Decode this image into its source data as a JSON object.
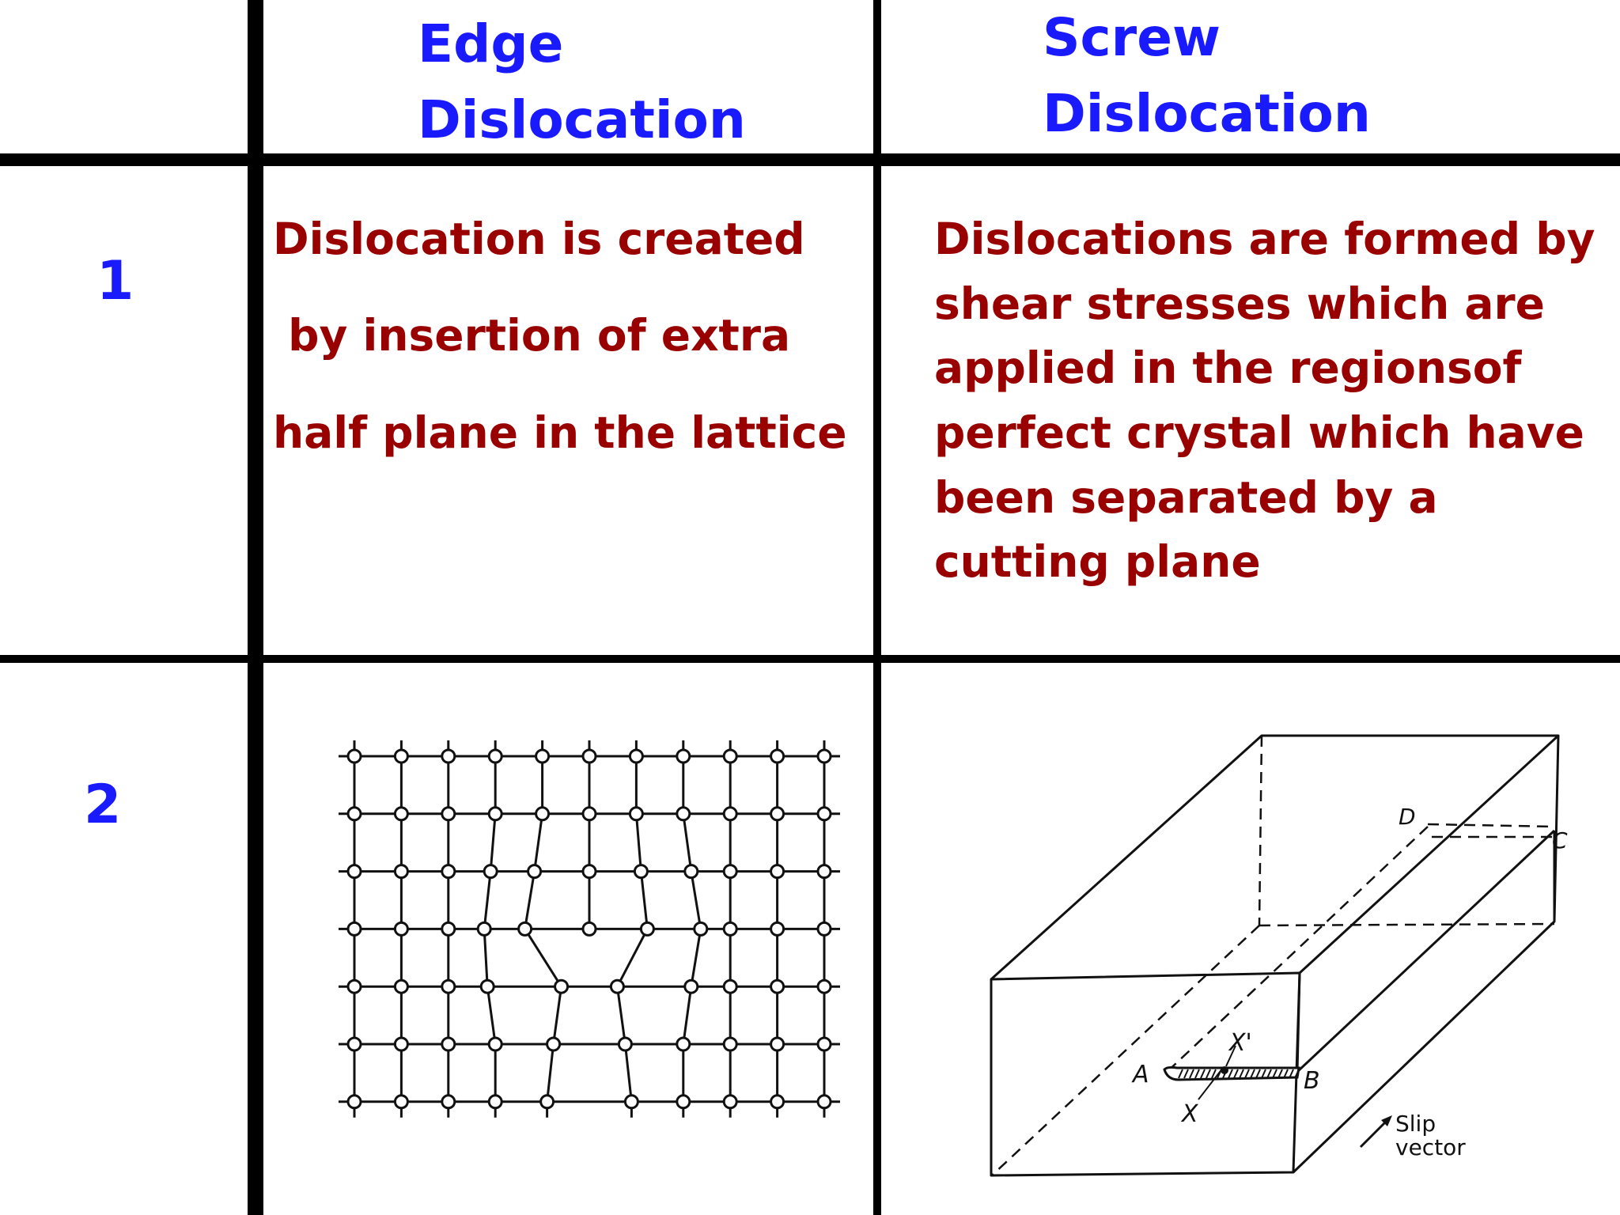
{
  "header": {
    "edge_line1": "Edge",
    "edge_line2": "Dislocation",
    "screw_line1": "Screw",
    "screw_line2": "Dislocation"
  },
  "rows": [
    {
      "number": "1",
      "edge_lines": [
        "Dislocation is created",
        " by insertion of extra",
        "half plane in the lattice"
      ],
      "screw_lines": [
        "Dislocations are formed by",
        "shear stresses which are",
        "applied in the regionsof",
        "perfect crystal which have",
        "been separated by a",
        "cutting plane"
      ]
    },
    {
      "number": "2"
    }
  ],
  "screw_figure": {
    "label_a": "A",
    "label_b": "B",
    "label_c": "C",
    "label_d": "D",
    "label_x": "X",
    "label_x_prime": "X'",
    "slip_label_1": "Slip",
    "slip_label_2": "vector"
  }
}
